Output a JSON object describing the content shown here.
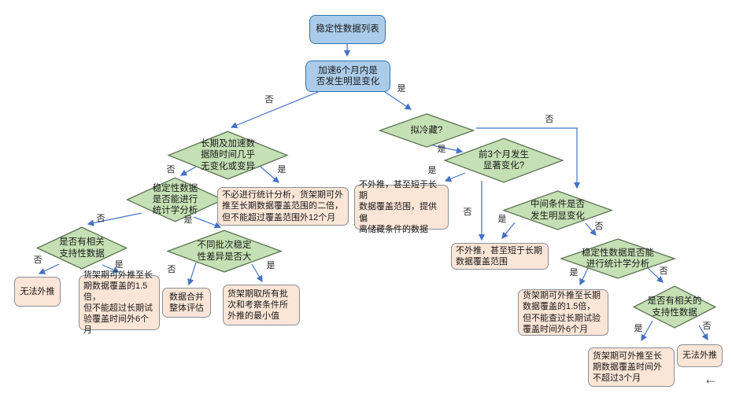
{
  "labels": {
    "yes": "是",
    "no": "否"
  },
  "nodes": {
    "start": {
      "text": "稳定性数据列表"
    },
    "q_accel": {
      "text": "加速6个月内是\n否发生明显变化"
    },
    "d_longterm": {
      "text": "长期及加速数\n据随时间几乎\n无变化或变异"
    },
    "d_stat_left": {
      "text": "稳定性数据\n是否能进行\n统计学分析"
    },
    "d_support_left": {
      "text": "是否有相关\n支持性数据"
    },
    "d_batch": {
      "text": "不同批次稳定\n性差异是否大"
    },
    "box_no_stat": {
      "text": "不必进行统计分析，货架期可外\n推至长期数据覆盖范围的二倍，\n但不能超过覆盖范围外12个月"
    },
    "box_no_extrap_dev": {
      "text": "不外推，甚至短于长期\n数据覆盖范围，提供偏\n离储藏条件的数据"
    },
    "d_refrigerated": {
      "text": "拟冷藏?"
    },
    "d_first3": {
      "text": "前3个月发生\n显著变化?"
    },
    "d_intermediate": {
      "text": "中间条件是否\n发生明显变化"
    },
    "d_stat_right": {
      "text": "稳定性数据是否能\n进行统计学分析"
    },
    "d_support_right": {
      "text": "是否有相关的\n支持性数据"
    },
    "box_cannot_left": {
      "text": "无法外推"
    },
    "box_15_left": {
      "text": "货架期可外推至长\n期数据覆盖的1.5倍，\n但不能超过长期试\n验覆盖时间外6个月"
    },
    "box_merge": {
      "text": "数据合并\n整体评估"
    },
    "box_min": {
      "text": "货架期取所有批\n次和考察条件所\n外推的最小值"
    },
    "box_no_extrap_short": {
      "text": "不外推，甚至短于长期\n数据覆盖范围"
    },
    "box_15_right": {
      "text": "货架期可外推至长期\n数据覆盖的1.5倍，\n但不能查过长期试验\n覆盖时间外6个月"
    },
    "box_3month": {
      "text": "货架期可外推至长\n期数据覆盖时间外\n不超过3个月"
    },
    "box_cannot_right": {
      "text": "无法外推"
    }
  },
  "icons": {
    "back_arrow": "←"
  },
  "colors": {
    "process_fill": "#AACBE9",
    "process_border": "#2E75B6",
    "decision_fill": "#C5E0B4",
    "decision_border": "#5b7352",
    "result_fill": "#FBE5D6",
    "result_border": "#8A8F98",
    "connector": "#4472C4",
    "background": "#FFFFFF"
  }
}
